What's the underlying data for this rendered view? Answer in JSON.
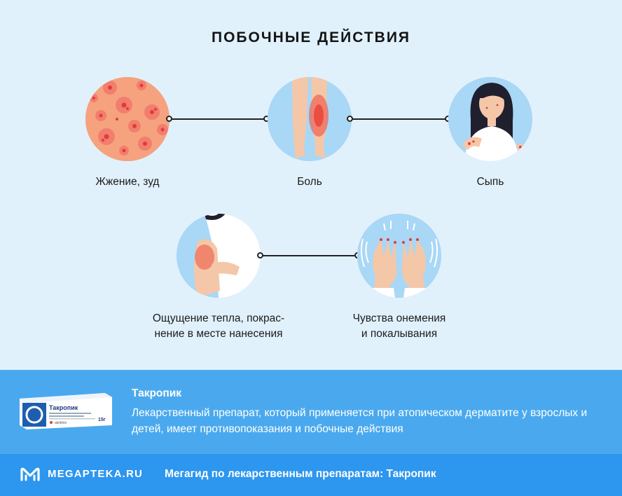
{
  "title": "ПОБОЧНЫЕ ДЕЙСТВИЯ",
  "effects": [
    {
      "label": "Жжение, зуд",
      "icon": "skin-rash-icon"
    },
    {
      "label": "Боль",
      "icon": "painful-legs-icon"
    },
    {
      "label": "Сыпь",
      "icon": "woman-with-rash-icon"
    },
    {
      "label": "Ощущение тепла, покрас-\nнение в месте нанесения",
      "icon": "arm-redness-icon"
    },
    {
      "label": "Чувства онемения\nи покалывания",
      "icon": "tingling-hands-icon"
    }
  ],
  "drug": {
    "name": "Такропик",
    "description": "Лекарственный препарат, который применяется при атопическом дерматите у взрослых и детей, имеет противопоказания и побочные действия",
    "pack_name": "Такропик",
    "pack_weight": "15г",
    "pack_maker": "akrikhin"
  },
  "footer": {
    "brand": "MEGAPTEKA.RU",
    "tagline": "Мегагид по лекарственным препаратам: Такропик"
  },
  "colors": {
    "background": "#e1f1fc",
    "band": "#4aa9ee",
    "footer": "#2d96ef",
    "circle": "#a9d7f6",
    "skin_rash": "#f6a27f"
  }
}
